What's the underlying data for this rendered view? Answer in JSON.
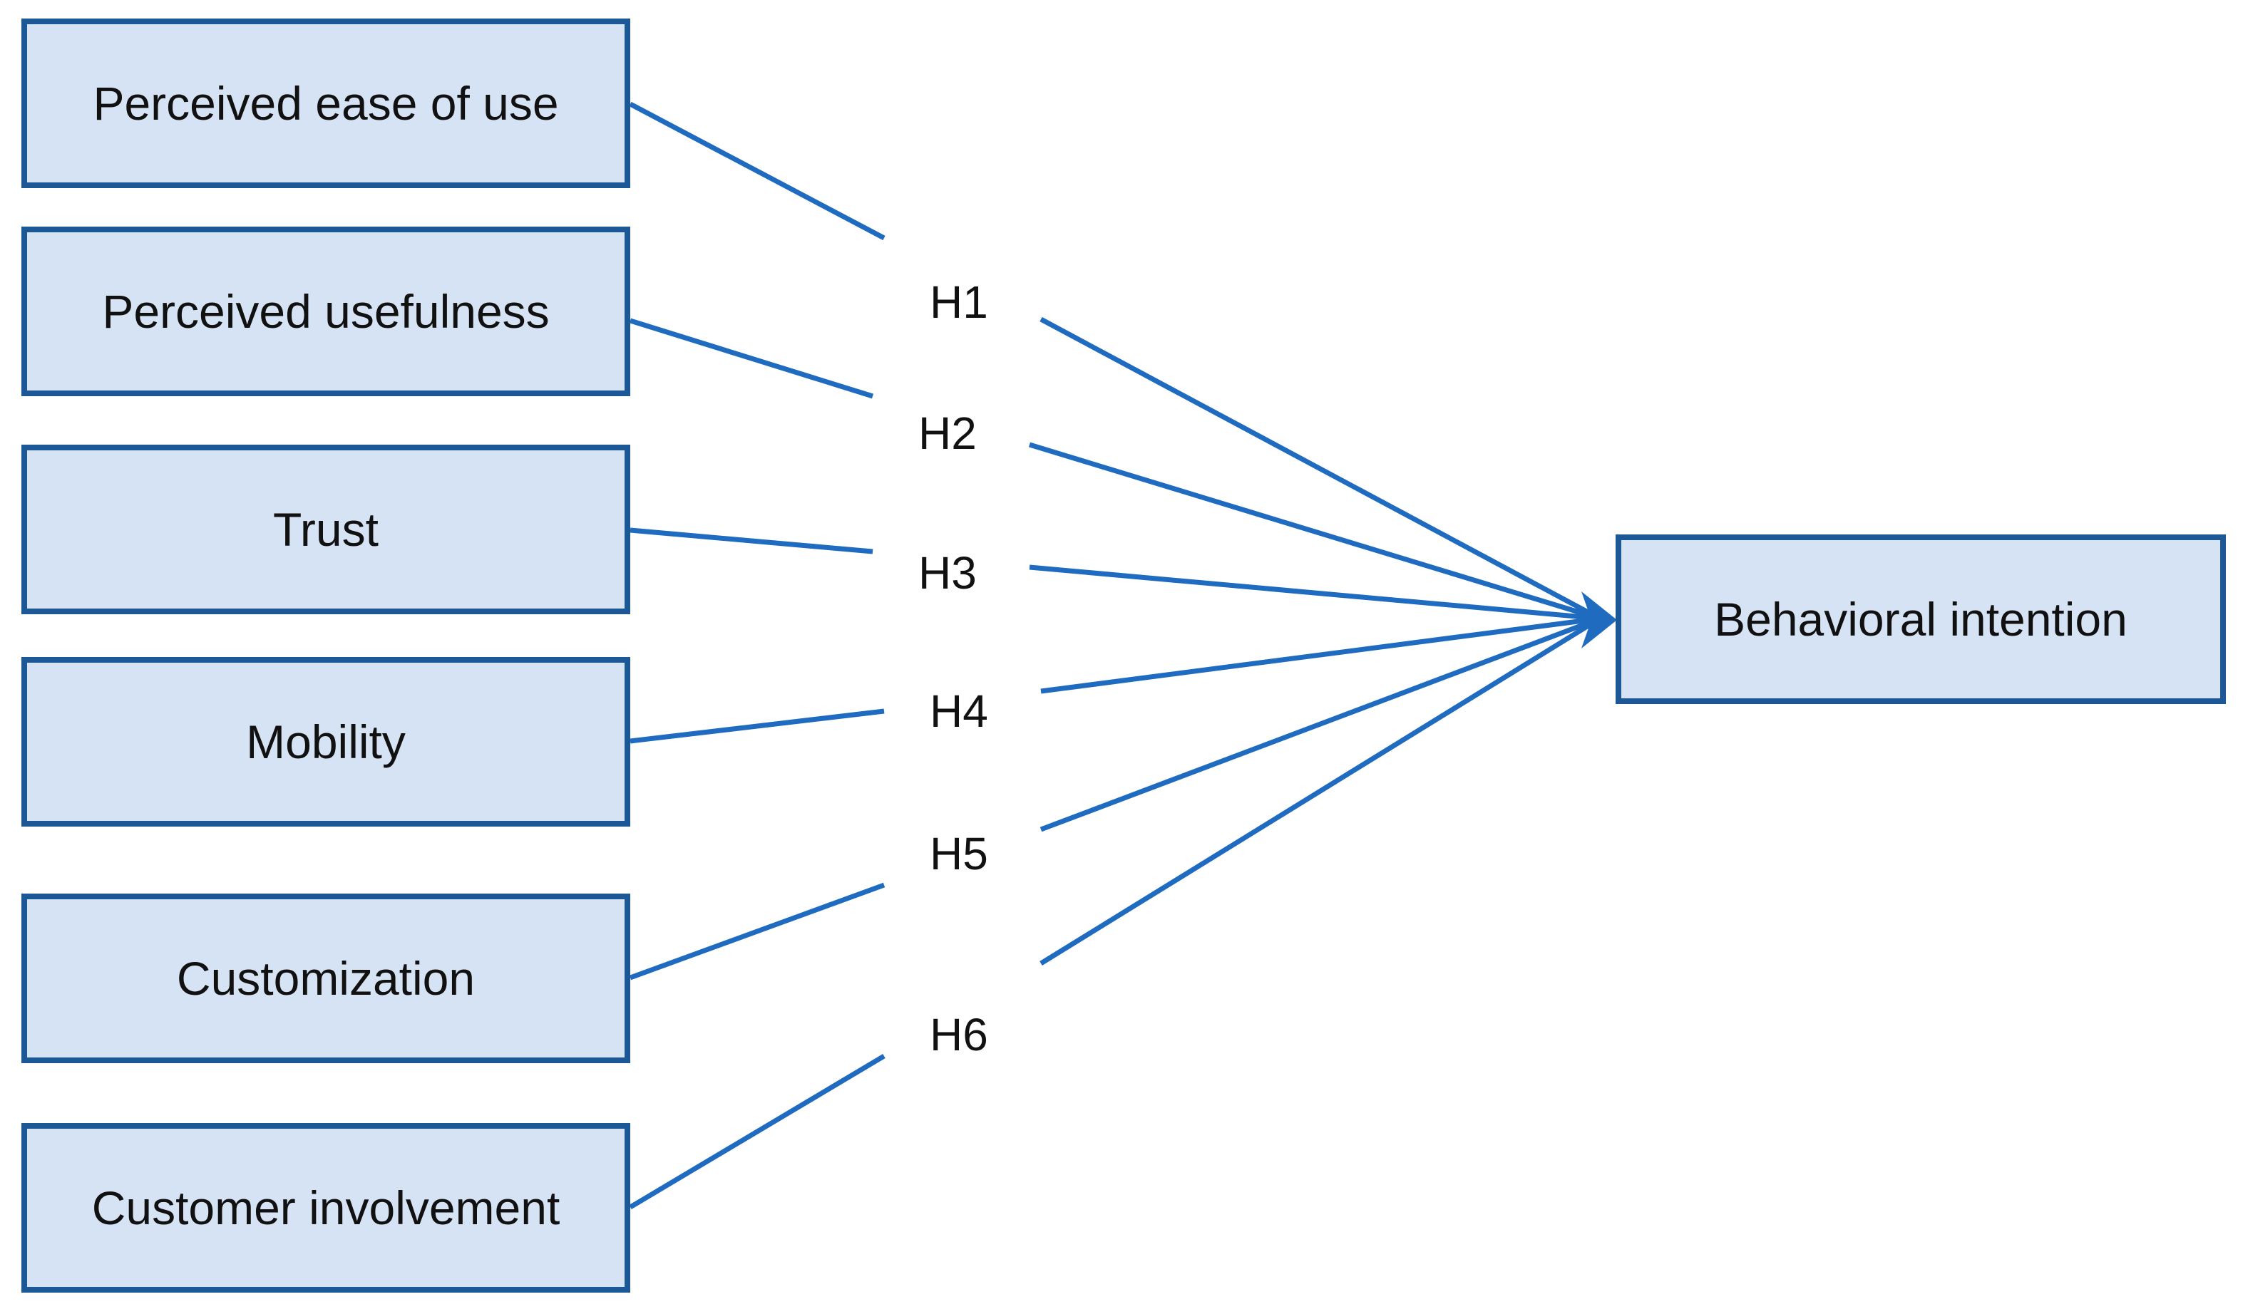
{
  "constructs": [
    {
      "id": "peou",
      "label": "Perceived ease of use"
    },
    {
      "id": "pu",
      "label": "Perceived usefulness"
    },
    {
      "id": "trust",
      "label": "Trust"
    },
    {
      "id": "mobility",
      "label": "Mobility"
    },
    {
      "id": "custom",
      "label": "Customization"
    },
    {
      "id": "involve",
      "label": "Customer involvement"
    }
  ],
  "target": {
    "id": "bi",
    "label": "Behavioral intention"
  },
  "hypotheses": [
    {
      "label": "H1",
      "from": "peou",
      "to": "bi"
    },
    {
      "label": "H2",
      "from": "pu",
      "to": "bi"
    },
    {
      "label": "H3",
      "from": "trust",
      "to": "bi"
    },
    {
      "label": "H4",
      "from": "mobility",
      "to": "bi"
    },
    {
      "label": "H5",
      "from": "custom",
      "to": "bi"
    },
    {
      "label": "H6",
      "from": "involve",
      "to": "bi"
    }
  ],
  "colors": {
    "box_fill": "#d6e3f4",
    "box_border": "#1c5896",
    "arrow": "#1f6bc0",
    "text": "#111111"
  }
}
